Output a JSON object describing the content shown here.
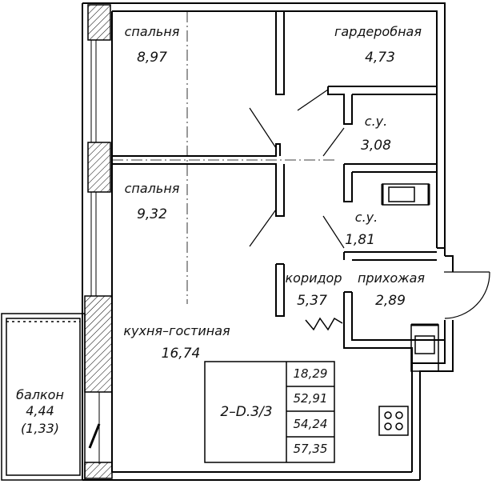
{
  "rooms": {
    "bedroom1": {
      "name": "спальня",
      "area": "8,97"
    },
    "wardrobe": {
      "name": "гардеробная",
      "area": "4,73"
    },
    "bath1": {
      "name": "с.у.",
      "area": "3,08"
    },
    "bedroom2": {
      "name": "спальня",
      "area": "9,32"
    },
    "bath2": {
      "name": "с.у.",
      "area": "1,81"
    },
    "corridor": {
      "name": "коридор",
      "area": "5,37"
    },
    "hall": {
      "name": "прихожая",
      "area": "2,89"
    },
    "kitchen": {
      "name": "кухня–гостиная",
      "area": "16,74"
    },
    "balcony": {
      "name": "балкон",
      "area": "4,44",
      "area_reduced": "(1,33)"
    }
  },
  "summary": {
    "code": "2–D.3/3",
    "values": [
      "18,29",
      "52,91",
      "54,24",
      "57,35"
    ]
  },
  "colors": {
    "wall": "#000000",
    "paper": "#ffffff",
    "hatch": "#000000"
  }
}
